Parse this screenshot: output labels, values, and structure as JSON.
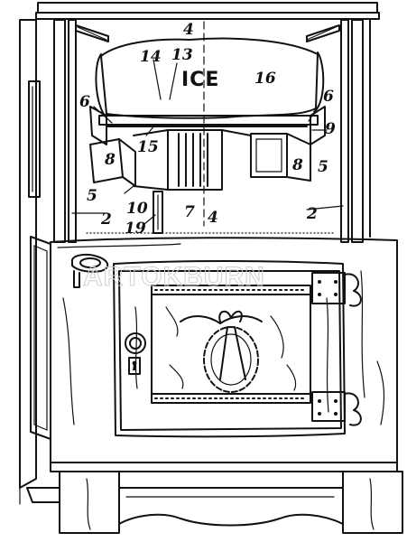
{
  "diagram": {
    "ice_label": "ICE",
    "watermark": "ARTOKBURN",
    "reference_numbers": {
      "n4_top": "4",
      "n14": "14",
      "n13": "13",
      "n16": "16",
      "n6_left": "6",
      "n6_right": "6",
      "n9": "9",
      "n15": "15",
      "n8_left": "8",
      "n8_right": "8",
      "n5_left": "5",
      "n5_right": "5",
      "n10": "10",
      "n2_left": "2",
      "n2_right": "2",
      "n19": "19",
      "n7": "7",
      "n4_bottom": "4"
    }
  }
}
